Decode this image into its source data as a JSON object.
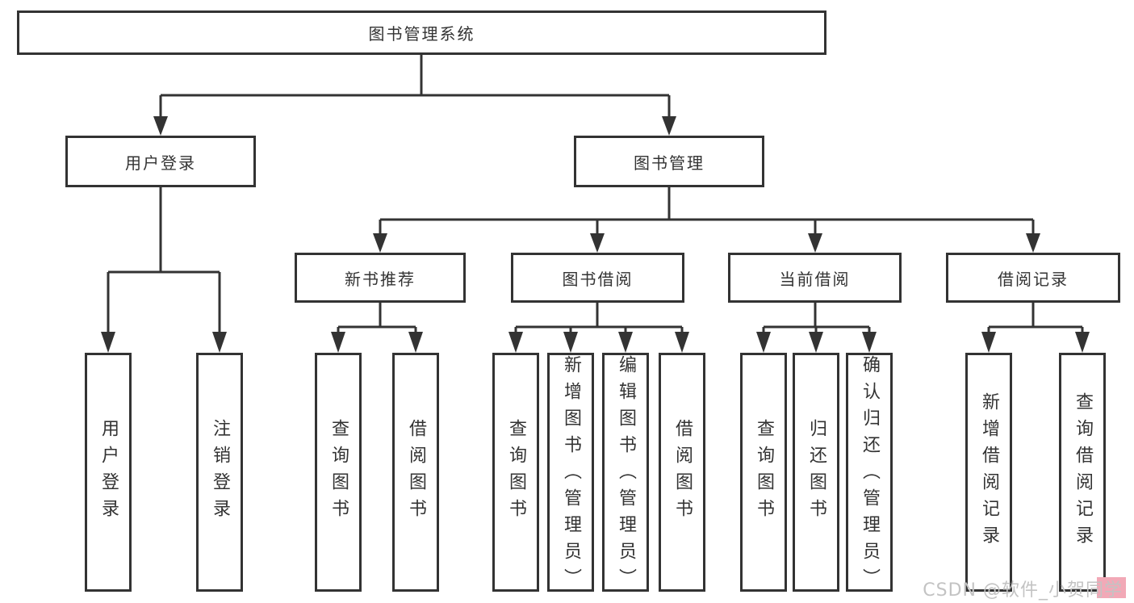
{
  "tree": {
    "root": {
      "label": "图书管理系统"
    },
    "children": [
      {
        "label": "用户登录",
        "children": [
          {
            "label": "用户登录"
          },
          {
            "label": "注销登录"
          }
        ]
      },
      {
        "label": "图书管理",
        "children": [
          {
            "label": "新书推荐",
            "children": [
              {
                "label": "查询图书"
              },
              {
                "label": "借阅图书"
              }
            ]
          },
          {
            "label": "图书借阅",
            "children": [
              {
                "label": "查询图书"
              },
              {
                "label": "新增图书（管理员）"
              },
              {
                "label": "编辑图书（管理员）"
              },
              {
                "label": "借阅图书"
              }
            ]
          },
          {
            "label": "当前借阅",
            "children": [
              {
                "label": "查询图书"
              },
              {
                "label": "归还图书"
              },
              {
                "label": "确认归还（管理员）"
              }
            ]
          },
          {
            "label": "借阅记录",
            "children": [
              {
                "label": "新增借阅记录"
              },
              {
                "label": "查询借阅记录"
              }
            ]
          }
        ]
      }
    ]
  },
  "watermark": {
    "text": "CSDN @软件_小贺同学"
  },
  "colors": {
    "line": "#333333",
    "text": "#333333",
    "box_fill": "#ffffff",
    "watermark_text": "#c3c3c3",
    "watermark_accent": "#f2a9b7"
  }
}
